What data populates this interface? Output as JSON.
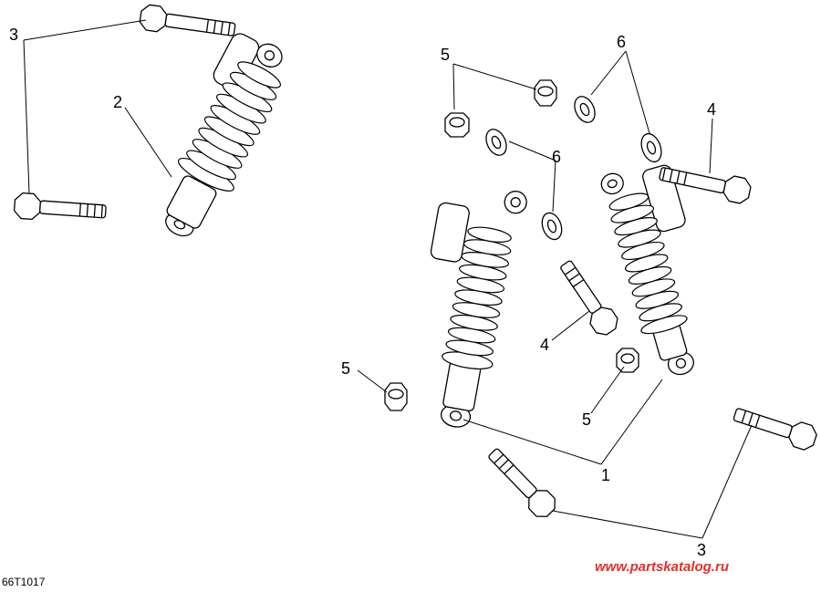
{
  "callouts": {
    "c3_top": "3",
    "c2": "2",
    "c5_top": "5",
    "c6_top": "6",
    "c4_right": "4",
    "c6_mid": "6",
    "c4_mid": "4",
    "c5_left": "5",
    "c5_mid": "5",
    "c1": "1",
    "c3_bottom": "3"
  },
  "figure_code": "66T1017",
  "watermark": "www.partskatalog.ru"
}
